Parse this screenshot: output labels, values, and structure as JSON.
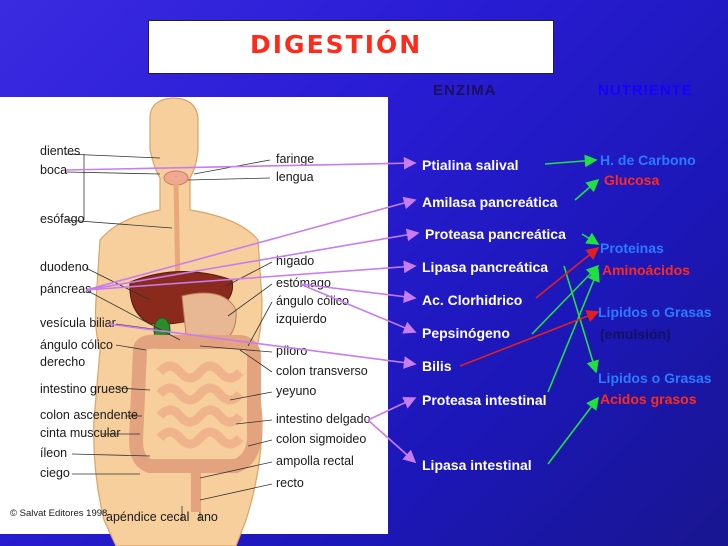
{
  "title": "DIGESTIÓN",
  "headers": {
    "enzyme": "ENZIMA",
    "nutrient": "NUTRIENTE"
  },
  "enzymes": [
    "Ptialina salival",
    "Amilasa pancreática",
    "Proteasa pancreática",
    "Lipasa pancreática",
    "Ac. Clorhidrico",
    "Pepsinógeno",
    "Bilis",
    "Proteasa intestinal",
    "Lipasa intestinal"
  ],
  "nutrients": {
    "carbs": "H. de Carbono",
    "glucose": "Glucosa",
    "proteins": "Proteinas",
    "amino": "Aminoácidos",
    "lipids1": "Lipidos o Grasas",
    "emulsion": "(emulsión)",
    "lipids2": "Lipidos o Grasas",
    "fatty": "Acidos grasos"
  },
  "left_labels": [
    "dientes",
    "boca",
    "esófago",
    "duodeno",
    "páncreas",
    "vesícula biliar",
    "ángulo cólico",
    "derecho",
    "intestino grueso",
    "colon ascendente",
    "cinta muscular",
    "íleon",
    "ciego"
  ],
  "right_labels": [
    "faringe",
    "lengua",
    "hígado",
    "estómago",
    "ángulo cólico",
    "izquierdo",
    "píloro",
    "colon transverso",
    "yeyuno",
    "intestino delgado",
    "colon sigmoideo",
    "ampolla rectal",
    "recto"
  ],
  "bottom_labels": {
    "copyright": "© Salvat Editores 1998",
    "appendix": "apéndice cecal",
    "anus": "ano"
  },
  "colors": {
    "arrow_violet": "#c87cf0",
    "arrow_green": "#20e040",
    "red": "#ff2a1a",
    "blue_text": "#2a7bff"
  }
}
